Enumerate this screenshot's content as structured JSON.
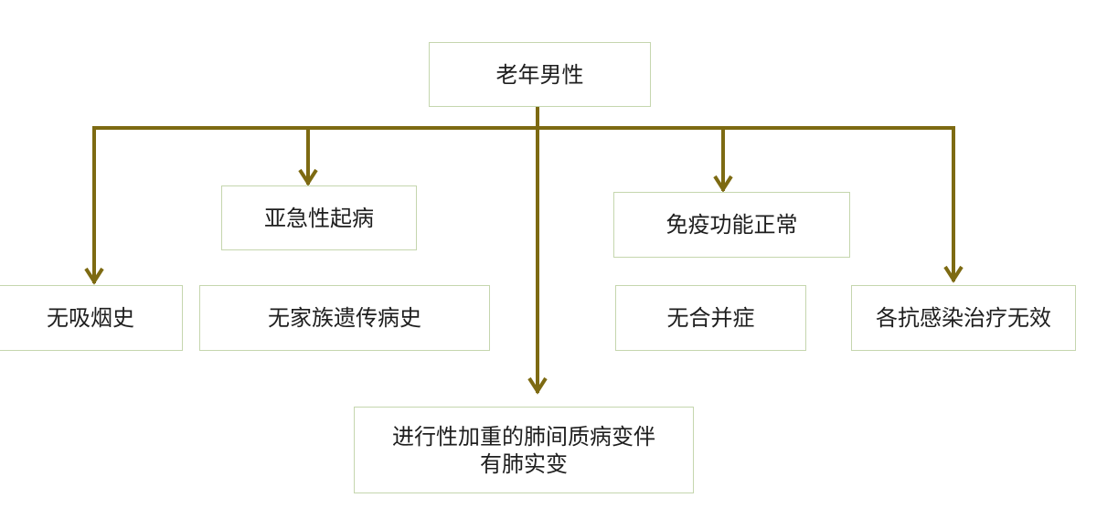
{
  "diagram": {
    "line_color": "#7d6a12",
    "border_color": "#c5d6ae",
    "root": {
      "id": "root",
      "label": "老年男性"
    },
    "nodes": [
      {
        "id": "subacute",
        "label": "亚急性起病"
      },
      {
        "id": "immune",
        "label": "免疫功能正常"
      },
      {
        "id": "nosmoke",
        "label": "无吸烟史"
      },
      {
        "id": "nofamily",
        "label": "无家族遗传病史"
      },
      {
        "id": "nocomp",
        "label": "无合并症"
      },
      {
        "id": "antiinf",
        "label": "各抗感染治疗无效"
      },
      {
        "id": "progress",
        "label": "进行性加重的肺间质病变伴\n有肺实变"
      }
    ],
    "edges": [
      {
        "from": "root",
        "to": "nosmoke",
        "arrow": true
      },
      {
        "from": "root",
        "to": "subacute",
        "arrow": true
      },
      {
        "from": "root",
        "to": "progress",
        "arrow": true
      },
      {
        "from": "root",
        "to": "immune",
        "arrow": true
      },
      {
        "from": "root",
        "to": "antiinf",
        "arrow": true
      }
    ]
  }
}
